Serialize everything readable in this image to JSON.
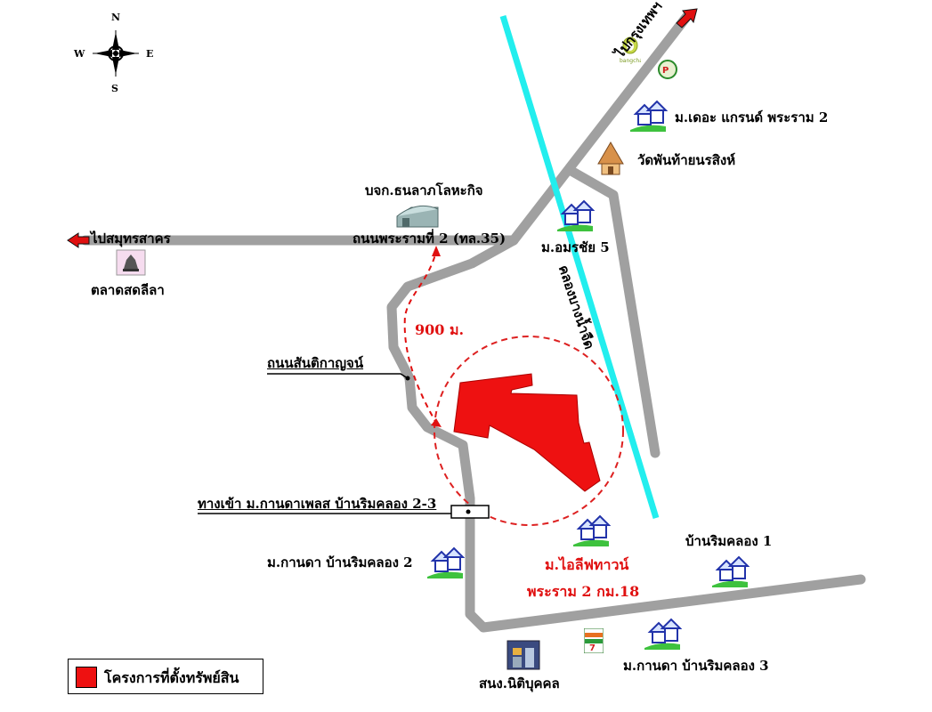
{
  "compass": {
    "n": "N",
    "s": "S",
    "e": "E",
    "w": "W"
  },
  "roads": {
    "rama2": "ถนนพระรามที่ 2 (ทล.35)",
    "to_samut_sakhon": "ไปสมุทรสาคร",
    "to_bangkok": "ไปกรุงเทพฯ",
    "santikan": "ถนนสันติกาญจน์",
    "canal": "คลองบางน้ำจืด"
  },
  "places": {
    "thanalap": "บจก.ธนลาภโลหะกิจ",
    "lila_market": "ตลาดสดลีลา",
    "grand_rama2": "ม.เดอะ แกรนด์ พระราม 2",
    "wat": "วัดพันท้ายนรสิงห์",
    "amornchai5": "ม.อมรชัย 5",
    "entrance_kanda": "ทางเข้า ม.กานดาเพลส บ้านริมคลอง 2-3",
    "kanda2": "ม.กานดา บ้านริมคลอง 2",
    "ilife": "ม.ไอลีฟทาวน์",
    "rama2_km18": "พระราม 2 กม.18",
    "baanrimklong1": "บ้านริมคลอง 1",
    "kanda3": "ม.กานดา บ้านริมคลอง 3",
    "juristic": "สนง.นิติบุคคล",
    "distance": "900 ม.",
    "bangchak": "bangchak"
  },
  "legend": {
    "label": "โครงการที่ตั้งทรัพย์สิน"
  },
  "colors": {
    "road": "#a0a0a0",
    "canal": "#22eeee",
    "property": "#ee1111",
    "circle": "#dd2020",
    "arrow": "#e01010"
  }
}
